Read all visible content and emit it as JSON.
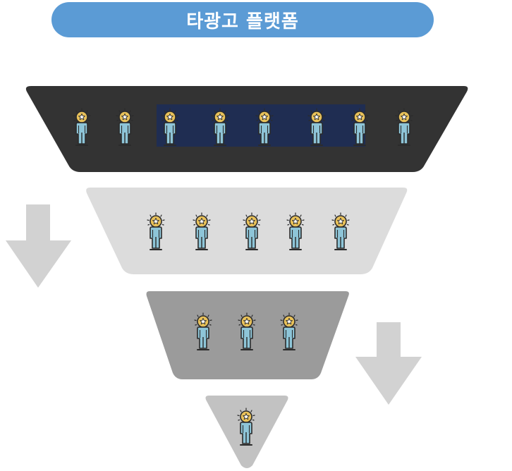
{
  "header": {
    "title": "타광고 플랫폼"
  },
  "colors": {
    "title_bg": "#5b9bd5",
    "tier1": "#333333",
    "tier1_highlight": "#1f2d52",
    "tier2": "#dcdcdc",
    "tier3": "#9b9b9b",
    "tier4": "#c2c2c2",
    "arrow": "#d2d2d2",
    "person_body": "#8ec5d8",
    "person_outline": "#2b2b2b",
    "badge": "#e8c15a"
  },
  "funnel": {
    "tiers": [
      {
        "name": "tier-1",
        "people": 8
      },
      {
        "name": "tier-2",
        "people": 5
      },
      {
        "name": "tier-3",
        "people": 3
      },
      {
        "name": "tier-4",
        "people": 1
      }
    ]
  },
  "arrows": [
    {
      "name": "down-arrow-left",
      "icon": "down-arrow-icon"
    },
    {
      "name": "down-arrow-right",
      "icon": "down-arrow-icon"
    }
  ]
}
